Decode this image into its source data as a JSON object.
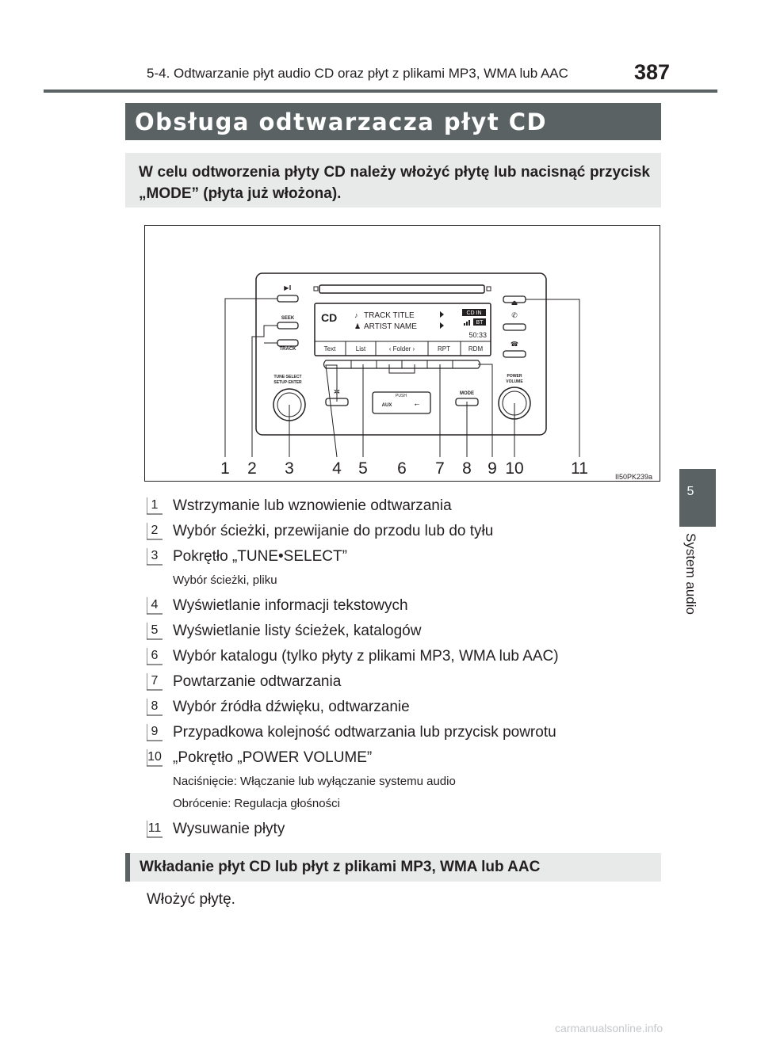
{
  "header": {
    "chapter_title": "5-4. Odtwarzanie płyt audio CD oraz płyt z plikami MP3, WMA lub AAC",
    "page_number": "387"
  },
  "side_tab": {
    "number": "5",
    "label": "System audio"
  },
  "section": {
    "title": "Obsługa odtwarzacza płyt CD",
    "intro": "W celu odtworzenia płyty CD należy włożyć płytę lub nacisnąć przycisk „MODE” (płyta już włożona)."
  },
  "figure": {
    "code": "II50PK239a",
    "display": {
      "source": "CD",
      "track_title": "TRACK TITLE",
      "artist_name": "ARTIST NAME",
      "badge_cd_in": "CD IN",
      "badge_bt": "BT",
      "time": "50:33",
      "softkeys": [
        "Text",
        "List",
        "‹ Folder ›",
        "RPT",
        "RDM"
      ]
    },
    "labels": {
      "seek": "SEEK",
      "track": "TRACK",
      "tune_select_1": "TUNE·SELECT",
      "tune_select_2": "SETUP·ENTER",
      "push": "PUSH",
      "aux": "AUX",
      "mode": "MODE",
      "power_1": "POWER",
      "power_2": "VOLUME"
    },
    "callouts": [
      "1",
      "2",
      "3",
      "4",
      "5",
      "6",
      "7",
      "8",
      "9",
      "10",
      "11"
    ]
  },
  "items": [
    {
      "num": "1",
      "text": "Wstrzymanie lub wznowienie odtwarzania"
    },
    {
      "num": "2",
      "text": "Wybór ścieżki, przewijanie do przodu lub do tyłu"
    },
    {
      "num": "3",
      "text": "Pokrętło „TUNE•SELECT”",
      "sub": [
        "Wybór ścieżki, pliku"
      ]
    },
    {
      "num": "4",
      "text": "Wyświetlanie informacji tekstowych"
    },
    {
      "num": "5",
      "text": "Wyświetlanie listy ścieżek, katalogów"
    },
    {
      "num": "6",
      "text": "Wybór katalogu (tylko płyty z plikami MP3, WMA lub AAC)"
    },
    {
      "num": "7",
      "text": "Powtarzanie odtwarzania"
    },
    {
      "num": "8",
      "text": "Wybór źródła dźwięku, odtwarzanie"
    },
    {
      "num": "9",
      "text": "Przypadkowa kolejność odtwarzania lub przycisk powrotu"
    },
    {
      "num": "10",
      "text": "„Pokrętło „POWER VOLUME”",
      "sub": [
        "Naciśnięcie: Włączanie lub wyłączanie systemu audio",
        "Obrócenie: Regulacja głośności"
      ]
    },
    {
      "num": "11",
      "text": "Wysuwanie płyty"
    }
  ],
  "section2": {
    "title": "Wkładanie płyt CD lub płyt z plikami MP3, WMA lub AAC",
    "body": "Włożyć płytę."
  },
  "watermark": "carmanualsonline.info"
}
